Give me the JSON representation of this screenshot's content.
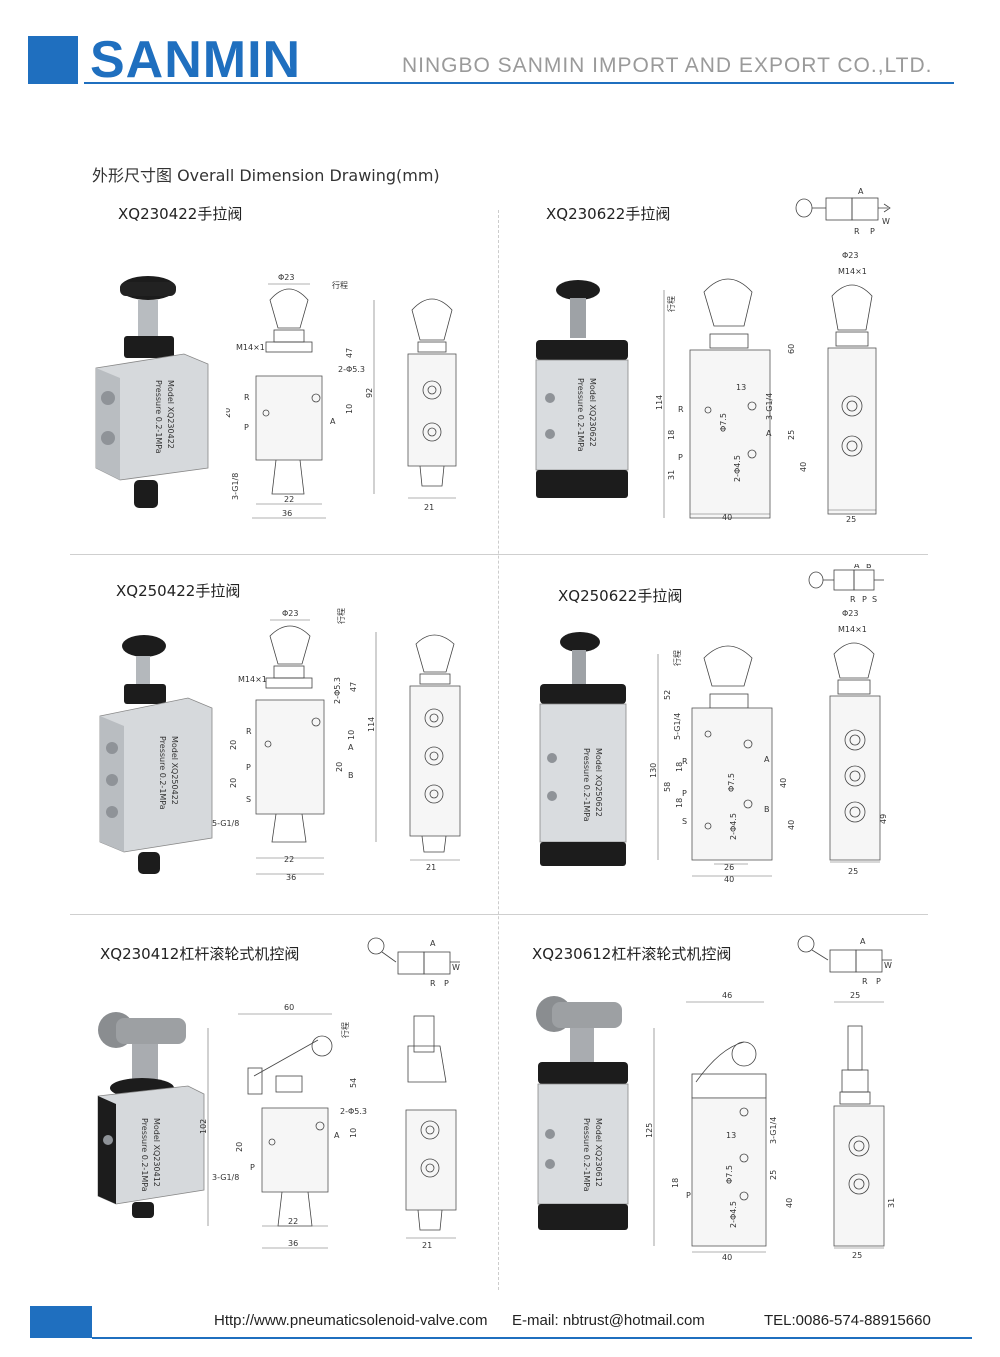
{
  "header": {
    "logo": "SANMIN",
    "company": "NINGBO SANMIN IMPORT AND EXPORT CO.,LTD."
  },
  "section_title": "外形尺寸图 Overall Dimension Drawing(mm)",
  "products": [
    {
      "model": "XQ230422手拉阀",
      "photo_label": "Model XQ230422",
      "pressure": "Pressure 0.2-1MPa"
    },
    {
      "model": "XQ230622手拉阀",
      "photo_label": "Model XQ230622",
      "pressure": "Pressure 0.2-1MPa"
    },
    {
      "model": "XQ250422手拉阀",
      "photo_label": "Model XQ250422",
      "pressure": "Pressure 0.2-1MPa"
    },
    {
      "model": "XQ250622手拉阀",
      "photo_label": "Model XQ250622",
      "pressure": "Pressure 0.2-1MPa"
    },
    {
      "model": "XQ230412杠杆滚轮式机控阀",
      "photo_label": "Model XQ230412",
      "pressure": "Pressure 0.2-1MPa"
    },
    {
      "model": "XQ230612杠杆滚轮式机控阀",
      "photo_label": "Model XQ230612",
      "pressure": "Pressure 0.2-1MPa"
    }
  ],
  "labels": {
    "phi23": "Φ23",
    "m14": "M14×1",
    "stroke": "行程",
    "hole53": "2-Φ5.3",
    "hole45": "2-Φ4.5",
    "phi75": "Φ7.5",
    "g18_3": "3-G1/8",
    "g18_5": "5-G1/8",
    "g14_3": "3-G1/4",
    "g14_5": "5-G1/4",
    "port_a": "A",
    "port_b": "B",
    "port_p": "P",
    "port_r": "R",
    "port_s": "S",
    "port_w": "W",
    "d10": "10",
    "d13": "13",
    "d18": "18",
    "d20": "20",
    "d21": "21",
    "d22": "22",
    "d25": "25",
    "d26": "26",
    "d31": "31",
    "d36": "36",
    "d40": "40",
    "d46": "46",
    "d47": "47",
    "d49": "49",
    "d52": "52",
    "d54": "54",
    "d58": "58",
    "d60": "60",
    "d92": "92",
    "d102": "102",
    "d114": "114",
    "d125": "125",
    "d130": "130"
  },
  "footer": {
    "website": "Http://www.pneumaticsolenoid-valve.com",
    "email": "E-mail: nbtrust@hotmail.com",
    "tel": "TEL:0086-574-88915660"
  },
  "colors": {
    "brand": "#1f6fbf",
    "company_gray": "#9a9a9a",
    "aluminium": "#d9dcdf",
    "black_cap": "#1c1c1c"
  }
}
